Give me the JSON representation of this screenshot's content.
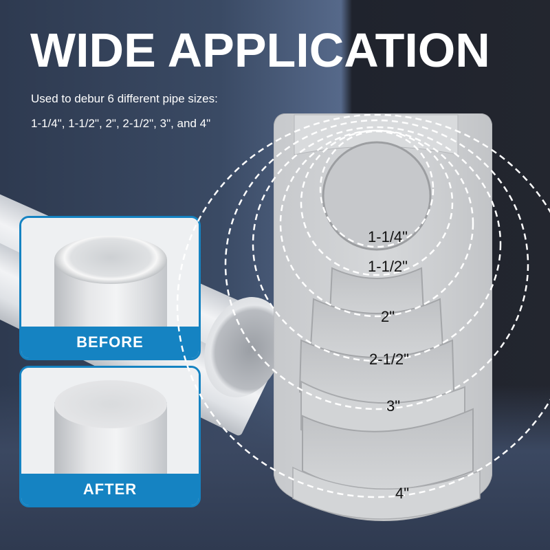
{
  "header": {
    "title": "WIDE APPLICATION",
    "subtitle_line1": "Used to debur 6 different pipe sizes:",
    "subtitle_line2": "1-1/4\", 1-1/2\", 2\", 2-1/2\", 3\", and 4\""
  },
  "comparison": {
    "before_label": "BEFORE",
    "after_label": "AFTER"
  },
  "tool": {
    "sizes": [
      {
        "label": "1-1/4\""
      },
      {
        "label": "1-1/2\""
      },
      {
        "label": "2\""
      },
      {
        "label": "2-1/2\""
      },
      {
        "label": "3\""
      },
      {
        "label": "4\""
      }
    ]
  },
  "colors": {
    "accent_blue": "#1583c2",
    "background_navy": "#2e3a50",
    "text_white": "#ffffff",
    "tool_gray": "#cfd1d4"
  }
}
